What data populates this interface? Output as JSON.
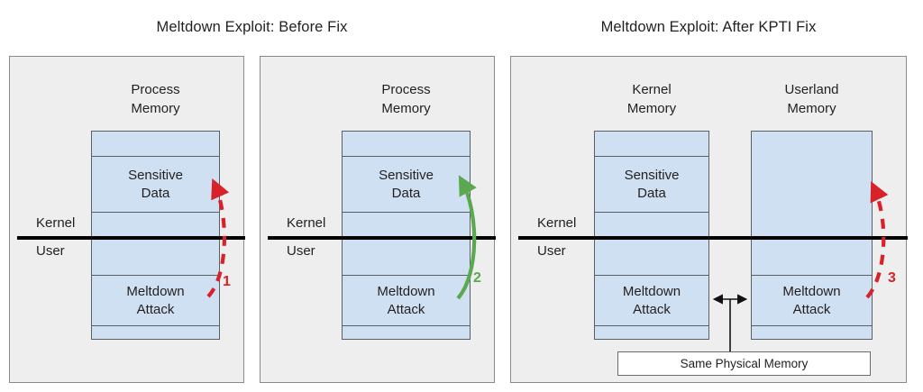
{
  "figure": {
    "type": "diagram",
    "subject": "Meltdown exploit memory layout before and after KPTI fix",
    "background": "#ffffff"
  },
  "colors": {
    "panel_fill": "#eeeeee",
    "panel_border": "#8a8a8a",
    "memory_fill": "#cfe0f2",
    "memory_border": "#5a5f66",
    "divider": "#000000",
    "arrow_red": "#d72229",
    "arrow_green": "#5aa84f",
    "text": "#231f20"
  },
  "titles": [
    {
      "id": "before",
      "text": "Meltdown Exploit: Before Fix"
    },
    {
      "id": "after",
      "text": "Meltdown Exploit: After KPTI Fix"
    }
  ],
  "privilege": {
    "kernel_label": "Kernel",
    "user_label": "User"
  },
  "panels": [
    {
      "id": "panel-1",
      "title_ref": "before",
      "columns": [
        {
          "id": "process-memory-1",
          "heading": "Process\nMemory",
          "segments": [
            {
              "label": ""
            },
            {
              "label": "Sensitive\nData"
            },
            {
              "label": ""
            },
            {
              "label": ""
            },
            {
              "label": "Meltdown\nAttack"
            },
            {
              "label": ""
            }
          ]
        }
      ],
      "arrows": [
        {
          "id": "arrow-1",
          "number": "1",
          "style": "dashed",
          "color": "#d72229",
          "from": "Meltdown Attack",
          "to": "Sensitive Data"
        }
      ]
    },
    {
      "id": "panel-2",
      "title_ref": "before",
      "columns": [
        {
          "id": "process-memory-2",
          "heading": "Process\nMemory",
          "segments": [
            {
              "label": ""
            },
            {
              "label": "Sensitive\nData"
            },
            {
              "label": ""
            },
            {
              "label": ""
            },
            {
              "label": "Meltdown\nAttack"
            },
            {
              "label": ""
            }
          ]
        }
      ],
      "arrows": [
        {
          "id": "arrow-2",
          "number": "2",
          "style": "solid",
          "color": "#5aa84f",
          "from": "Meltdown Attack",
          "to": "Sensitive Data"
        }
      ]
    },
    {
      "id": "panel-3",
      "title_ref": "after",
      "columns": [
        {
          "id": "kernel-memory",
          "heading": "Kernel\nMemory",
          "segments": [
            {
              "label": ""
            },
            {
              "label": "Sensitive\nData"
            },
            {
              "label": ""
            },
            {
              "label": ""
            },
            {
              "label": "Meltdown\nAttack"
            },
            {
              "label": ""
            }
          ]
        },
        {
          "id": "userland-memory",
          "heading": "Userland\nMemory",
          "segments": [
            {
              "label": ""
            },
            {
              "label": ""
            },
            {
              "label": "Meltdown\nAttack"
            },
            {
              "label": ""
            }
          ]
        }
      ],
      "arrows": [
        {
          "id": "arrow-3",
          "number": "3",
          "style": "dashed",
          "color": "#d72229",
          "from": "Meltdown Attack (Userland)",
          "to": "Userland Memory (top)"
        }
      ],
      "shared_memory": {
        "label": "Same Physical Memory",
        "connector": "double-headed-arrow"
      }
    }
  ]
}
